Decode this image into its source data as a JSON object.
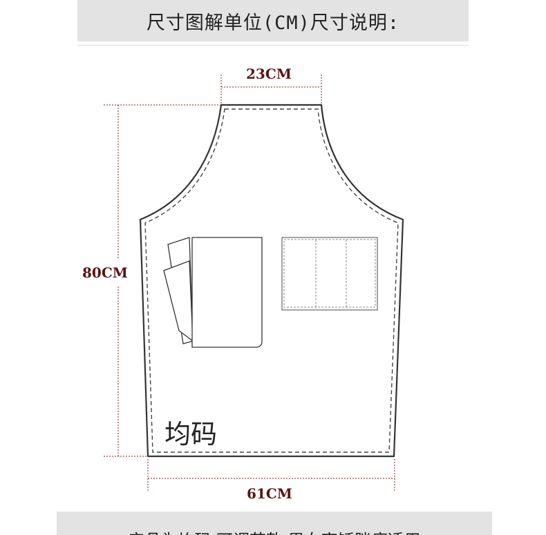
{
  "header": {
    "title": "尺寸图解单位(CM)尺寸说明:"
  },
  "dimensions": {
    "strap_width": "23CM",
    "length": "80CM",
    "bottom_width": "61CM"
  },
  "size_label": "均码",
  "footer": {
    "note": "产品为均码 可调节款 男女高矮胖瘦适用"
  },
  "colors": {
    "dimension_text": "#5a1414",
    "dimension_line": "#8a1a1a",
    "outline": "#333333",
    "bar_background": "#e3e3e3"
  }
}
